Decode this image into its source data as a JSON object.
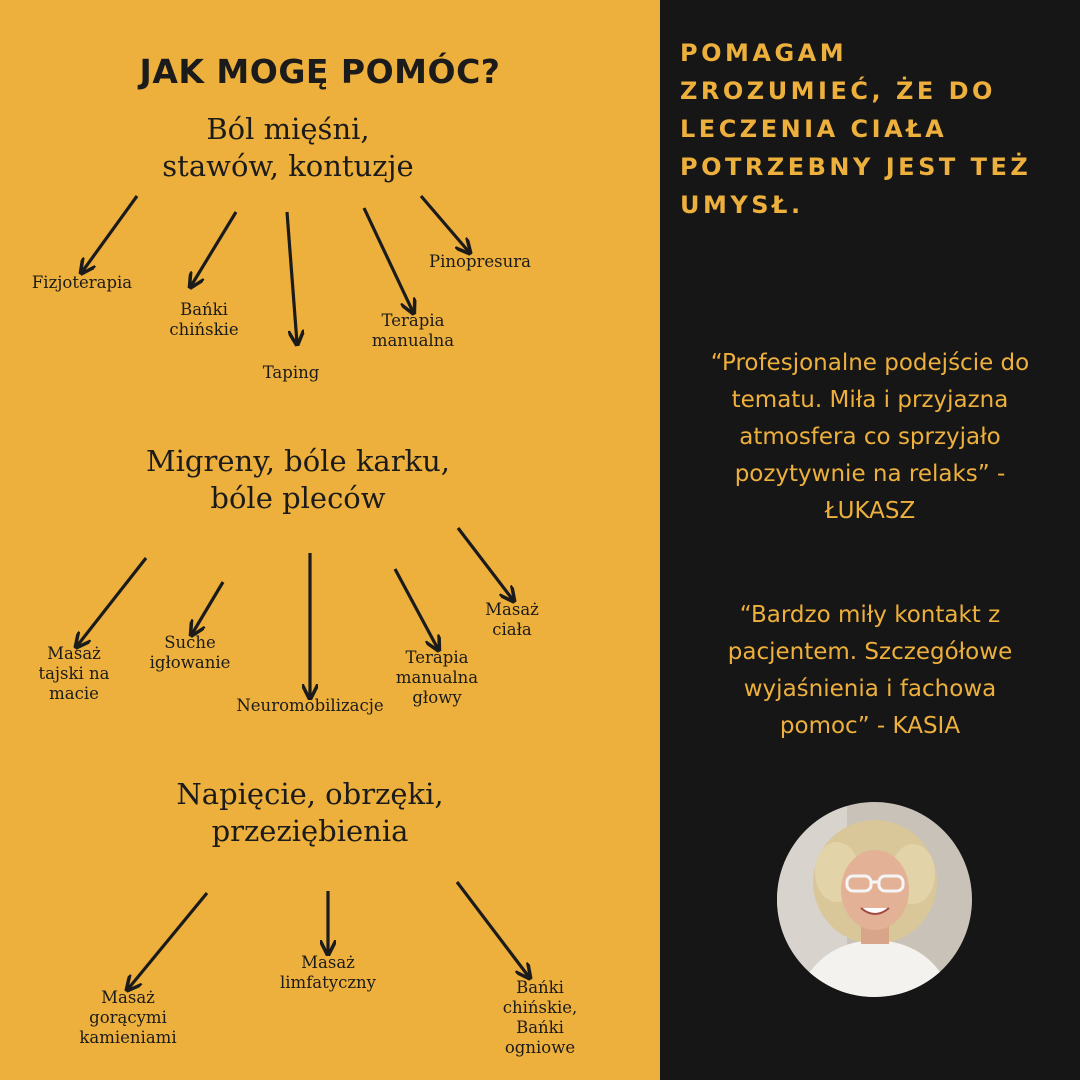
{
  "colors": {
    "accent": "#eeb03c",
    "dark_panel": "#161616",
    "text_dark": "#1b1b1b"
  },
  "title": "JAK MOGĘ POMÓC?",
  "sections": [
    {
      "heading": [
        "Ból mięśni,",
        "stawów, kontuzje"
      ],
      "items": [
        [
          "Fizjoterapia"
        ],
        [
          "Bańki",
          "chińskie"
        ],
        [
          "Taping"
        ],
        [
          "Terapia",
          "manualna"
        ],
        [
          "Pinopresura"
        ]
      ]
    },
    {
      "heading": [
        "Migreny, bóle karku,",
        "bóle pleców"
      ],
      "items": [
        [
          "Masaż",
          "tajski na",
          "macie"
        ],
        [
          "Suche",
          "igłowanie"
        ],
        [
          "Neuromobilizacje"
        ],
        [
          "Terapia",
          "manualna",
          "głowy"
        ],
        [
          "Masaż",
          "ciała"
        ]
      ]
    },
    {
      "heading": [
        "Napięcie, obrzęki,",
        "przeziębienia"
      ],
      "items": [
        [
          "Masaż",
          "gorącymi",
          "kamieniami"
        ],
        [
          "Masaż",
          "limfatyczny"
        ],
        [
          "Bańki",
          "chińskie,",
          "Bańki",
          "ogniowe"
        ]
      ]
    }
  ],
  "tagline": [
    "POMAGAM",
    "ZROZUMIEĆ, ŻE DO",
    "LECZENIA CIAŁA",
    "POTRZEBNY JEST TEŻ",
    "UMYSŁ."
  ],
  "testimonials": [
    [
      "“Profesjonalne podejście do",
      "tematu. Miła i przyjazna",
      "atmosfera co sprzyjało",
      "pozytywnie na relaks” -",
      "ŁUKASZ"
    ],
    [
      "“Bardzo miły kontakt z",
      "pacjentem. Szczegółowe",
      "wyjaśnienia i fachowa",
      "pomoc” - KASIA"
    ]
  ]
}
